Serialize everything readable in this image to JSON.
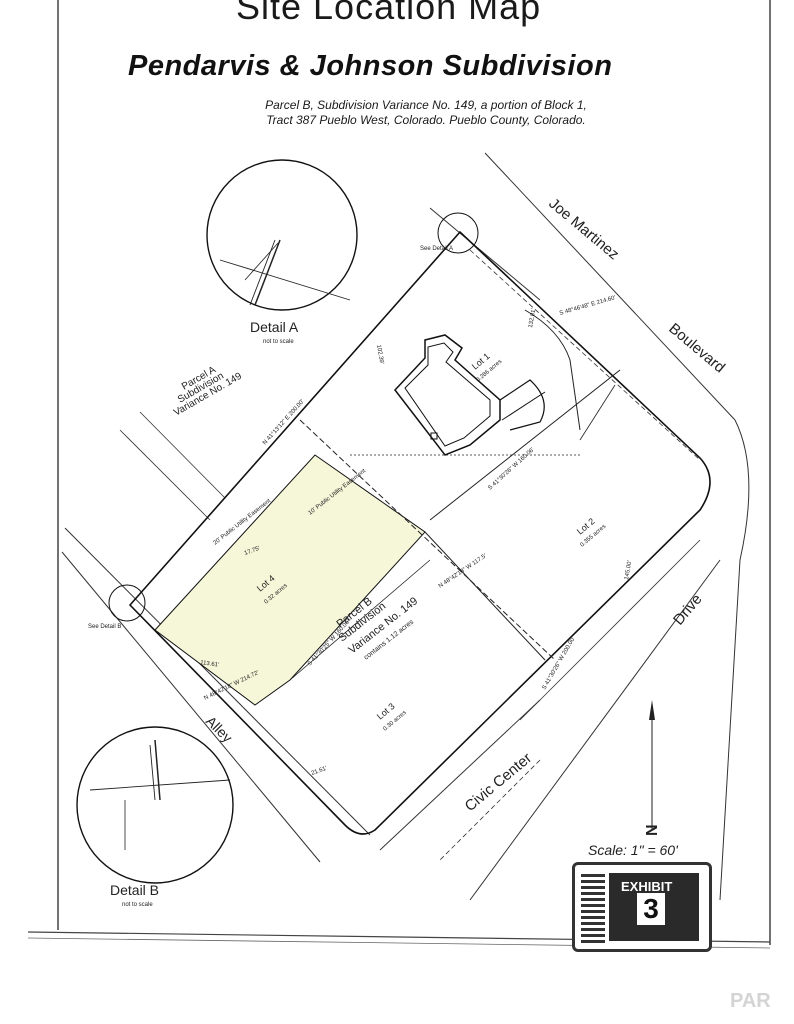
{
  "header": {
    "title": "Site Location Map",
    "subtitle": "Pendarvis & Johnson Subdivision",
    "description_line1": "Parcel B, Subdivision Variance No. 149, a portion of Block 1,",
    "description_line2": "Tract 387 Pueblo West, Colorado. Pueblo County, Colorado."
  },
  "streets": {
    "north_1": "Joe Martinez",
    "north_2": "Boulevard",
    "south_1": "Civic Center",
    "south_2": "Drive",
    "alley": "Alley"
  },
  "parcels": {
    "parcel_a_1": "Parcel A",
    "parcel_a_2": "Subdivision",
    "parcel_a_3": "Variance No. 149",
    "parcel_b_1": "Parcel B",
    "parcel_b_2": "Subdivision",
    "parcel_b_3": "Variance No. 149",
    "parcel_b_area": "contains 1.12 acres",
    "lot1": "Lot 1",
    "lot1_area": "0.286 acres",
    "lot2": "Lot 2",
    "lot2_area": "0.355 acres",
    "lot3": "Lot 3",
    "lot3_area": "0.30 acres",
    "lot4": "Lot 4",
    "lot4_area": "0.32 acres"
  },
  "bearings": {
    "b1": "N 41°13'12\" E 200.00'",
    "b2": "S 48°46'48\" E 214.60'",
    "b3": "S 41°30'26\" W 160.06'",
    "b4": "N 48°42'18\" W 214.72'",
    "b5": "S 41°30'25\" W 160.06'",
    "b6": "N 48°42'18\" W 117.5'",
    "b7": "S 41°30'26\" W 200.00'",
    "b8": "20' Public Utility Easement",
    "b9": "10' Public Utility Easement",
    "b10": "132.01'",
    "b11": "145.00'",
    "b12": "113.61'",
    "b13": "17.75'",
    "b14": "102.39'",
    "b15": "21.61'"
  },
  "details": {
    "detail_a": "Detail A",
    "detail_b": "Detail B",
    "not_to_scale": "not to scale",
    "see_a": "See Detail A",
    "see_b": "See Detail B"
  },
  "scale": {
    "label": "Scale: 1\" = 60'"
  },
  "north_arrow": {
    "letter": "N"
  },
  "exhibit": {
    "label": "EXHIBIT",
    "number": "3"
  },
  "watermark": {
    "text": "PAR"
  },
  "colors": {
    "ink": "#222222",
    "lot4_fill": "#f6f7d9",
    "paper": "#ffffff"
  }
}
